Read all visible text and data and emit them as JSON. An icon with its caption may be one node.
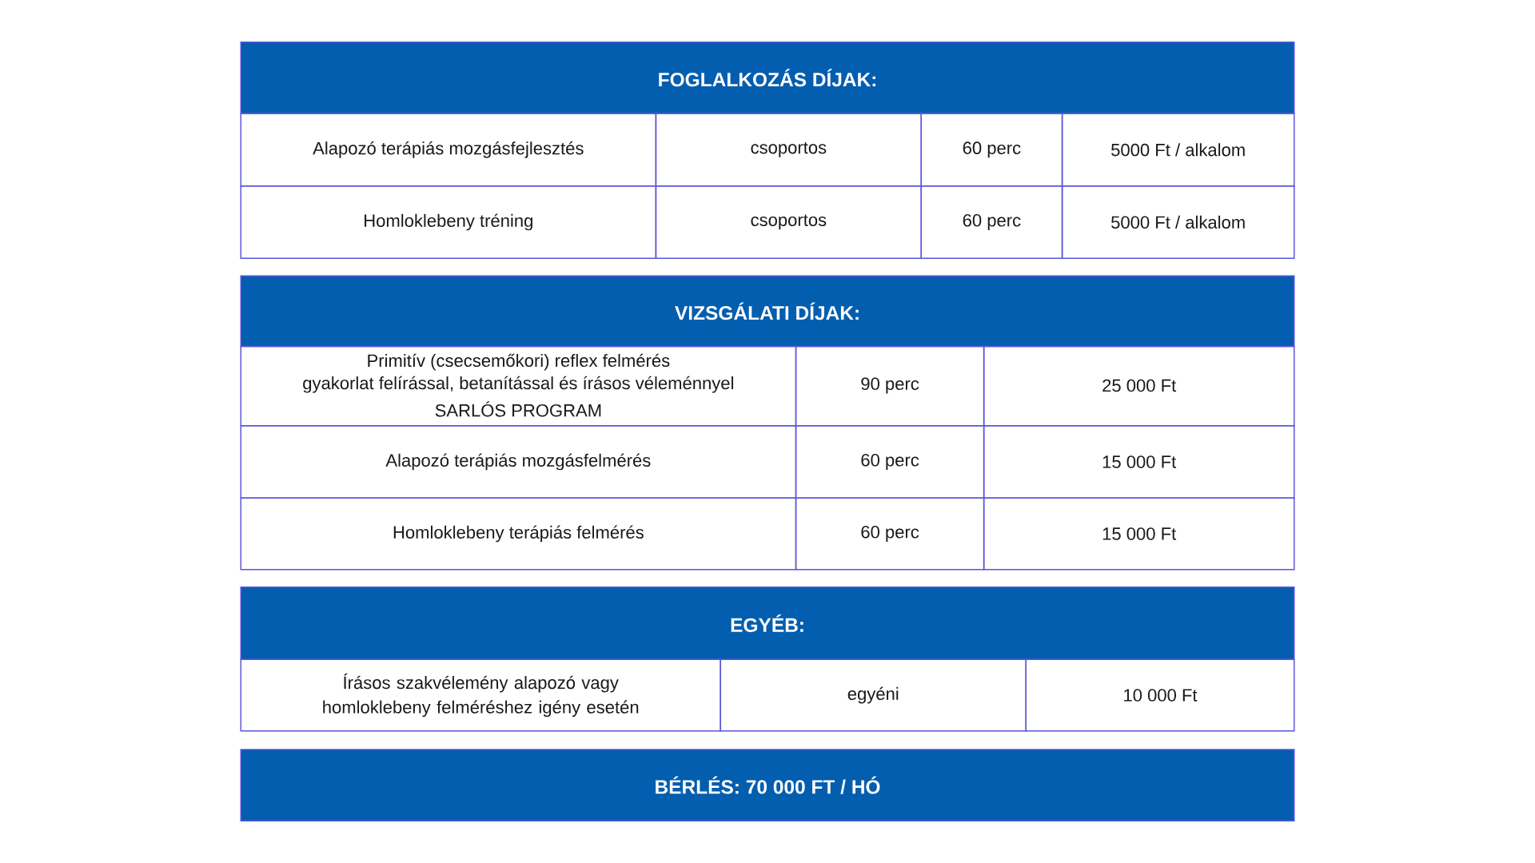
{
  "diagram": {
    "nodes": [
      {
        "text": [
          "FOGLALKOZÁS DÍJAK:"
        ]
      },
      {
        "text": [
          "VIZSGÁLATI DÍJAK:"
        ]
      },
      {
        "text": [
          "EGYÉB:"
        ]
      },
      {
        "text": [
          "BÉRLÉS: 70 000 FT / HÓ"
        ]
      }
    ],
    "labels": [
      "Alapozó terápiás mozgásfejlesztés",
      "csoportos",
      "60 perc",
      "5000 Ft / alkalom",
      "Homloklebeny tréning",
      "csoportos",
      "60 perc",
      "5000 Ft / alkalom",
      "Primitív (csecsemőkori) reflex felmérés",
      "gyakorlat felírással, betanítással és írásos véleménnyel",
      "SARLÓS PROGRAM",
      "90 perc",
      "25 000 Ft",
      "Alapozó terápiás mozgásfelmérés",
      "60 perc",
      "15 000 Ft",
      "Homloklebeny terápiás felmérés",
      "60 perc",
      "15 000 Ft",
      "Írásos szakvélemény alapozó vagy homloklebeny felméréshez igény esetén",
      "egyéni",
      "10 000 Ft"
    ]
  }
}
